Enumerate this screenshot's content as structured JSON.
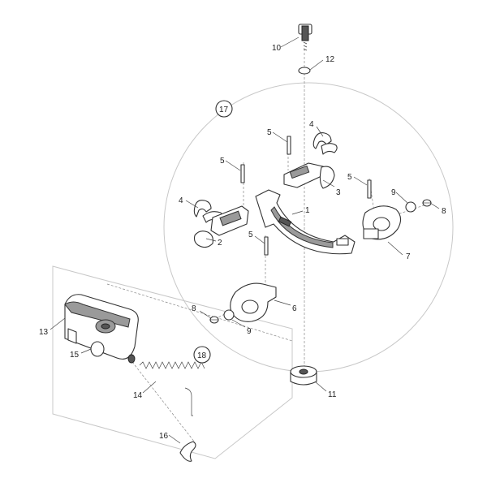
{
  "labels": {
    "p1": "1",
    "p2": "2",
    "p3": "3",
    "p4a": "4",
    "p4b": "4",
    "p5a": "5",
    "p5b": "5",
    "p5c": "5",
    "p5d": "5",
    "p6": "6",
    "p7": "7",
    "p8a": "8",
    "p8b": "8",
    "p9a": "9",
    "p9b": "9",
    "p10": "10",
    "p11": "11",
    "p12": "12",
    "p13": "13",
    "p14": "14",
    "p15": "15",
    "p16": "16",
    "p17": "17",
    "p18": "18"
  },
  "colors": {
    "line": "#333333",
    "shade": "#9a9a9a",
    "group_outline": "#c8c8c8"
  }
}
